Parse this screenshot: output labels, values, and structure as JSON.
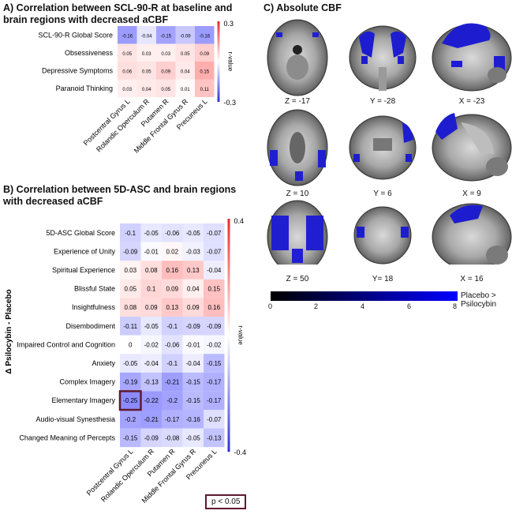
{
  "panel_a": {
    "title": "A) Correlation between SCL-90-R at baseline and brain regions with decreased aCBF"
  },
  "panel_b": {
    "title": "B) Correlation between 5D-ASC and brain regions with decreased aCBF",
    "side_label": "Δ Psilocybin - Placebo",
    "pvalue_label": "p < 0.05"
  },
  "panel_c": {
    "title": "C) Absolute CBF",
    "slice_labels": [
      "Z = -17",
      "Y = -28",
      "X = -23",
      "Z = 10",
      "Y = 6",
      "X = 9",
      "Z = 50",
      "Y= 18",
      "X = 16"
    ],
    "colorbar_ticks": [
      "0",
      "2",
      "4",
      "6",
      "8"
    ],
    "colorbar_label": "Placebo > Psilocybin"
  },
  "chart_data": [
    {
      "type": "heatmap",
      "rows": [
        "SCL-90-R Global Score",
        "Obsessiveness",
        "Depressive Symptoms",
        "Paranoid Thinking"
      ],
      "columns": [
        "Postcentral Gyrus L",
        "Rolandic Operculum R",
        "Putamen R",
        "Middle Frontal Gyrus R",
        "Precuneus L"
      ],
      "values": [
        [
          -0.16,
          -0.04,
          -0.15,
          -0.09,
          -0.16
        ],
        [
          0.05,
          0.03,
          0.03,
          0.05,
          0.09
        ],
        [
          0.06,
          0.05,
          0.09,
          0.04,
          0.15
        ],
        [
          0.03,
          0.04,
          0.05,
          0.01,
          0.11
        ]
      ],
      "value_labels": [
        [
          "-0.16",
          "-0.04",
          "-0.15",
          "-0.09",
          "-0.16"
        ],
        [
          "0.05",
          "0.03",
          "0.03",
          "0.05",
          "0.09"
        ],
        [
          "0.06",
          "0.05",
          "0.09",
          "0.04",
          "0.15"
        ],
        [
          "0.03",
          "0.04",
          "0.05",
          "0.01",
          "0.11"
        ]
      ],
      "colorbar_label": "r-value",
      "colorbar_ticks": [
        "0.3",
        "-0.3"
      ],
      "range": [
        -0.3,
        0.3
      ]
    },
    {
      "type": "heatmap",
      "rows": [
        "5D-ASC Global Score",
        "Experience of Unity",
        "Spiritual Experience",
        "Blissful State",
        "Insightfulness",
        "Disembodiment",
        "Impaired Control and Cognition",
        "Anxiety",
        "Complex Imagery",
        "Elementary Imagery",
        "Audio-visual Synesthesia",
        "Changed Meaning of Percepts"
      ],
      "columns": [
        "Postcentral Gyrus L",
        "Rolandic Operculum R",
        "Putamen R",
        "Middle Frontal Gyrus R",
        "Precuneus L"
      ],
      "values": [
        [
          -0.1,
          -0.05,
          -0.06,
          -0.05,
          -0.07
        ],
        [
          -0.09,
          -0.01,
          0.02,
          -0.03,
          -0.07
        ],
        [
          0.03,
          0.08,
          0.16,
          0.13,
          -0.04
        ],
        [
          0.05,
          0.1,
          0.09,
          0.04,
          0.15
        ],
        [
          0.08,
          0.09,
          0.13,
          0.09,
          0.16
        ],
        [
          -0.11,
          -0.05,
          -0.1,
          -0.09,
          -0.09
        ],
        [
          0,
          -0.02,
          -0.06,
          -0.01,
          -0.02
        ],
        [
          -0.05,
          -0.04,
          -0.1,
          -0.04,
          -0.15
        ],
        [
          -0.19,
          -0.13,
          -0.21,
          -0.15,
          -0.17
        ],
        [
          -0.25,
          -0.22,
          -0.2,
          -0.15,
          -0.17
        ],
        [
          -0.2,
          -0.21,
          -0.17,
          -0.16,
          -0.07
        ],
        [
          -0.15,
          -0.09,
          -0.08,
          -0.05,
          -0.13
        ]
      ],
      "value_labels": [
        [
          "-0.1",
          "-0.05",
          "-0.06",
          "-0.05",
          "-0.07"
        ],
        [
          "-0.09",
          "-0.01",
          "0.02",
          "-0.03",
          "-0.07"
        ],
        [
          "0.03",
          "0.08",
          "0.16",
          "0.13",
          "-0.04"
        ],
        [
          "0.05",
          "0.1",
          "0.09",
          "0.04",
          "0.15"
        ],
        [
          "0.08",
          "0.09",
          "0.13",
          "0.09",
          "0.16"
        ],
        [
          "-0.11",
          "-0.05",
          "-0.1",
          "-0.09",
          "-0.09"
        ],
        [
          "0",
          "-0.02",
          "-0.06",
          "-0.01",
          "-0.02"
        ],
        [
          "-0.05",
          "-0.04",
          "-0.1",
          "-0.04",
          "-0.15"
        ],
        [
          "-0.19",
          "-0.13",
          "-0.21",
          "-0.15",
          "-0.17"
        ],
        [
          "-0.25",
          "-0.22",
          "-0.2",
          "-0.15",
          "-0.17"
        ],
        [
          "-0.2",
          "-0.21",
          "-0.17",
          "-0.16",
          "-0.07"
        ],
        [
          "-0.15",
          "-0.09",
          "-0.08",
          "-0.05",
          "-0.13"
        ]
      ],
      "highlight_cell": {
        "row": 9,
        "col": 0
      },
      "colorbar_label": "r-value",
      "colorbar_ticks": [
        "0.4",
        "-0.4"
      ],
      "range": [
        -0.4,
        0.4
      ]
    }
  ]
}
